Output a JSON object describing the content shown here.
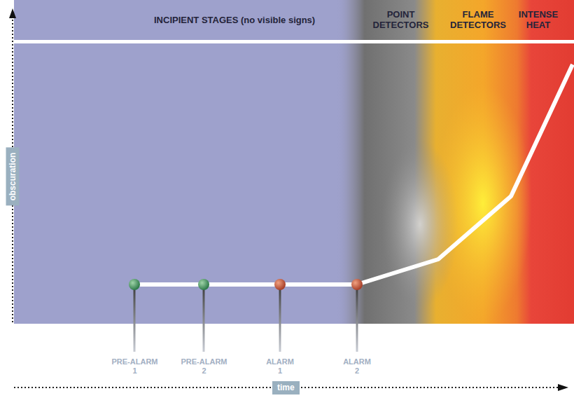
{
  "diagram": {
    "nodes": [
      {
        "text": [
          "INCIPIENT STAGES (no visible signs)"
        ]
      },
      {
        "text": [
          "POINT DETECTORS"
        ]
      },
      {
        "text": [
          "FLAME DETECTORS"
        ]
      },
      {
        "text": [
          "INTENSE HEAT"
        ]
      },
      {
        "text": [
          "obscuration"
        ]
      },
      {
        "text": [
          "time"
        ]
      }
    ],
    "labels": [
      "PRE-ALARM 1",
      "PRE-ALARM 2",
      "ALARM 1",
      "ALARM 2"
    ]
  }
}
